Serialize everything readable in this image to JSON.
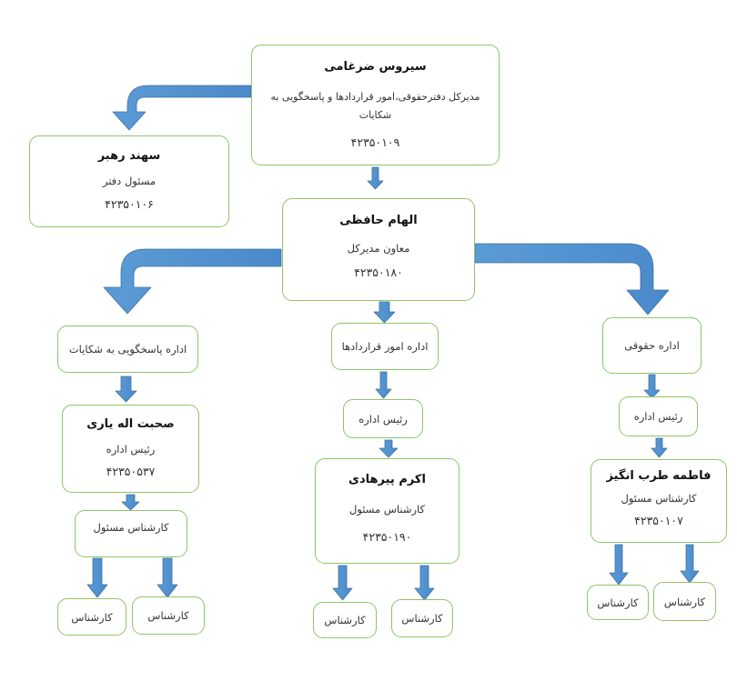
{
  "nodes": {
    "sirous": {
      "name": "سیروس ضرغامی",
      "desc": "مدیرکل دفترحقوقی،امور قراردادها و پاسخگویی به شکایات",
      "phone": "۴۲۳۵۰۱۰۹"
    },
    "sahand": {
      "name": "سهند رهبر",
      "role": "مسئول دفتر",
      "phone": "۴۲۳۵۰۱۰۶"
    },
    "elham": {
      "name": "الهام حافظی",
      "role": "معاون مدیرکل",
      "phone": "۴۲۳۵۰۱۸۰"
    },
    "dept_complaints": {
      "label": "اداره پاسخگویی به شکایات"
    },
    "dept_contracts": {
      "label": "اداره امور قراردادها"
    },
    "dept_legal": {
      "label": "اداره حقوقی"
    },
    "sohbat": {
      "name": "صحبت اله یاری",
      "role": "رئیس اداره",
      "phone": "۴۲۳۵۰۵۳۷"
    },
    "head_contracts": {
      "label": "رئیس اداره"
    },
    "head_legal": {
      "label": "رئیس اداره"
    },
    "akram": {
      "name": "اکرم پیرهادی",
      "role": "کارشناس مسئول",
      "phone": "۴۲۳۵۰۱۹۰"
    },
    "fatemeh": {
      "name": "فاطمه طرب انگیز",
      "role": "کارشناس مسئول",
      "phone": "۴۲۳۵۰۱۰۷"
    },
    "senior_complaints": {
      "label": "کارشناس مسئول"
    },
    "expert_1": {
      "label": "کارشناس"
    },
    "expert_2": {
      "label": "کارشناس"
    },
    "expert_3": {
      "label": "کارشناس"
    },
    "expert_4": {
      "label": "کارشناس"
    },
    "expert_5": {
      "label": "کارشناس"
    },
    "expert_6": {
      "label": "کارشناس"
    }
  },
  "colors": {
    "border": "#8fc46a",
    "arrow": "#5b9bd5",
    "arrow_edge": "#41719c"
  }
}
